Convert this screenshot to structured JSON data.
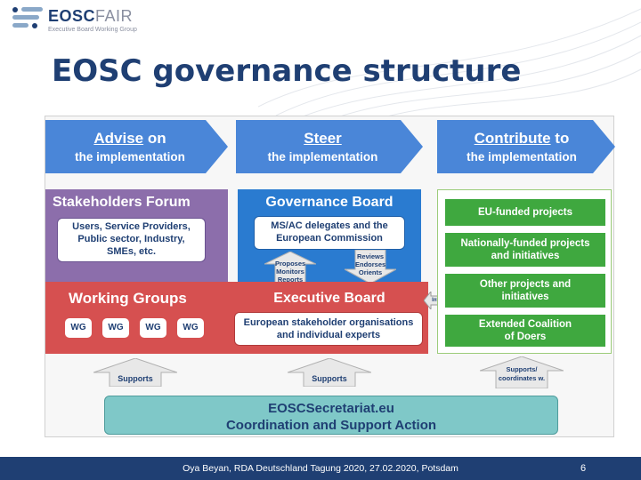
{
  "logo": {
    "name_main": "EOSC",
    "name_suffix": "FAIR",
    "tagline": "Executive Board Working Group"
  },
  "title": "EOSC governance structure",
  "arrows": [
    {
      "big": "Advise",
      "rest": " on",
      "small": "the implementation",
      "color": "#4a86d8"
    },
    {
      "big": "Steer",
      "rest": "",
      "small": "the implementation",
      "color": "#4a86d8"
    },
    {
      "big": "Contribute",
      "rest": " to",
      "small": "the implementation",
      "color": "#4a86d8"
    }
  ],
  "stakeholders": {
    "title": "Stakeholders Forum",
    "members": [
      "Users, Service Providers,",
      "Public sector, Industry,",
      "SMEs, etc."
    ]
  },
  "governance": {
    "title": "Governance Board",
    "members": [
      "MS/AC delegates and the",
      "European Commission"
    ]
  },
  "flows": {
    "up_left": [
      "Proposes",
      "Monitors",
      "Reports"
    ],
    "up_right": [
      "Reviews",
      "Endorses",
      "Orients"
    ]
  },
  "working_groups": {
    "title": "Working Groups",
    "chips": [
      "WG",
      "WG",
      "WG",
      "WG"
    ]
  },
  "executive": {
    "title": "Executive Board",
    "members": [
      "European stakeholder organisations",
      "and individual experts"
    ]
  },
  "interact_label": "Interact",
  "contributors": [
    {
      "lines": [
        "EU-funded projects"
      ]
    },
    {
      "lines": [
        "Nationally-funded projects",
        "and initiatives"
      ]
    },
    {
      "lines": [
        "Other projects and",
        "initiatives"
      ]
    },
    {
      "lines": [
        "Extended Coalition",
        "of Doers"
      ]
    }
  ],
  "supports": {
    "left": [
      "Supports"
    ],
    "middle": [
      "Supports"
    ],
    "right": [
      "Supports/",
      "coordinates w."
    ]
  },
  "secretariat": {
    "line1": "EOSCSecretariat.eu",
    "line2": "Coordination and Support Action"
  },
  "footer": {
    "text": "Oya Beyan, RDA Deutschland Tagung 2020, 27.02.2020, Potsdam",
    "page": "6"
  },
  "colors": {
    "navy": "#1f3f73",
    "purple": "#8c6eab",
    "blue": "#2a7bd0",
    "red": "#d65050",
    "green": "#3fa83f",
    "teal": "#7fc8c8"
  }
}
